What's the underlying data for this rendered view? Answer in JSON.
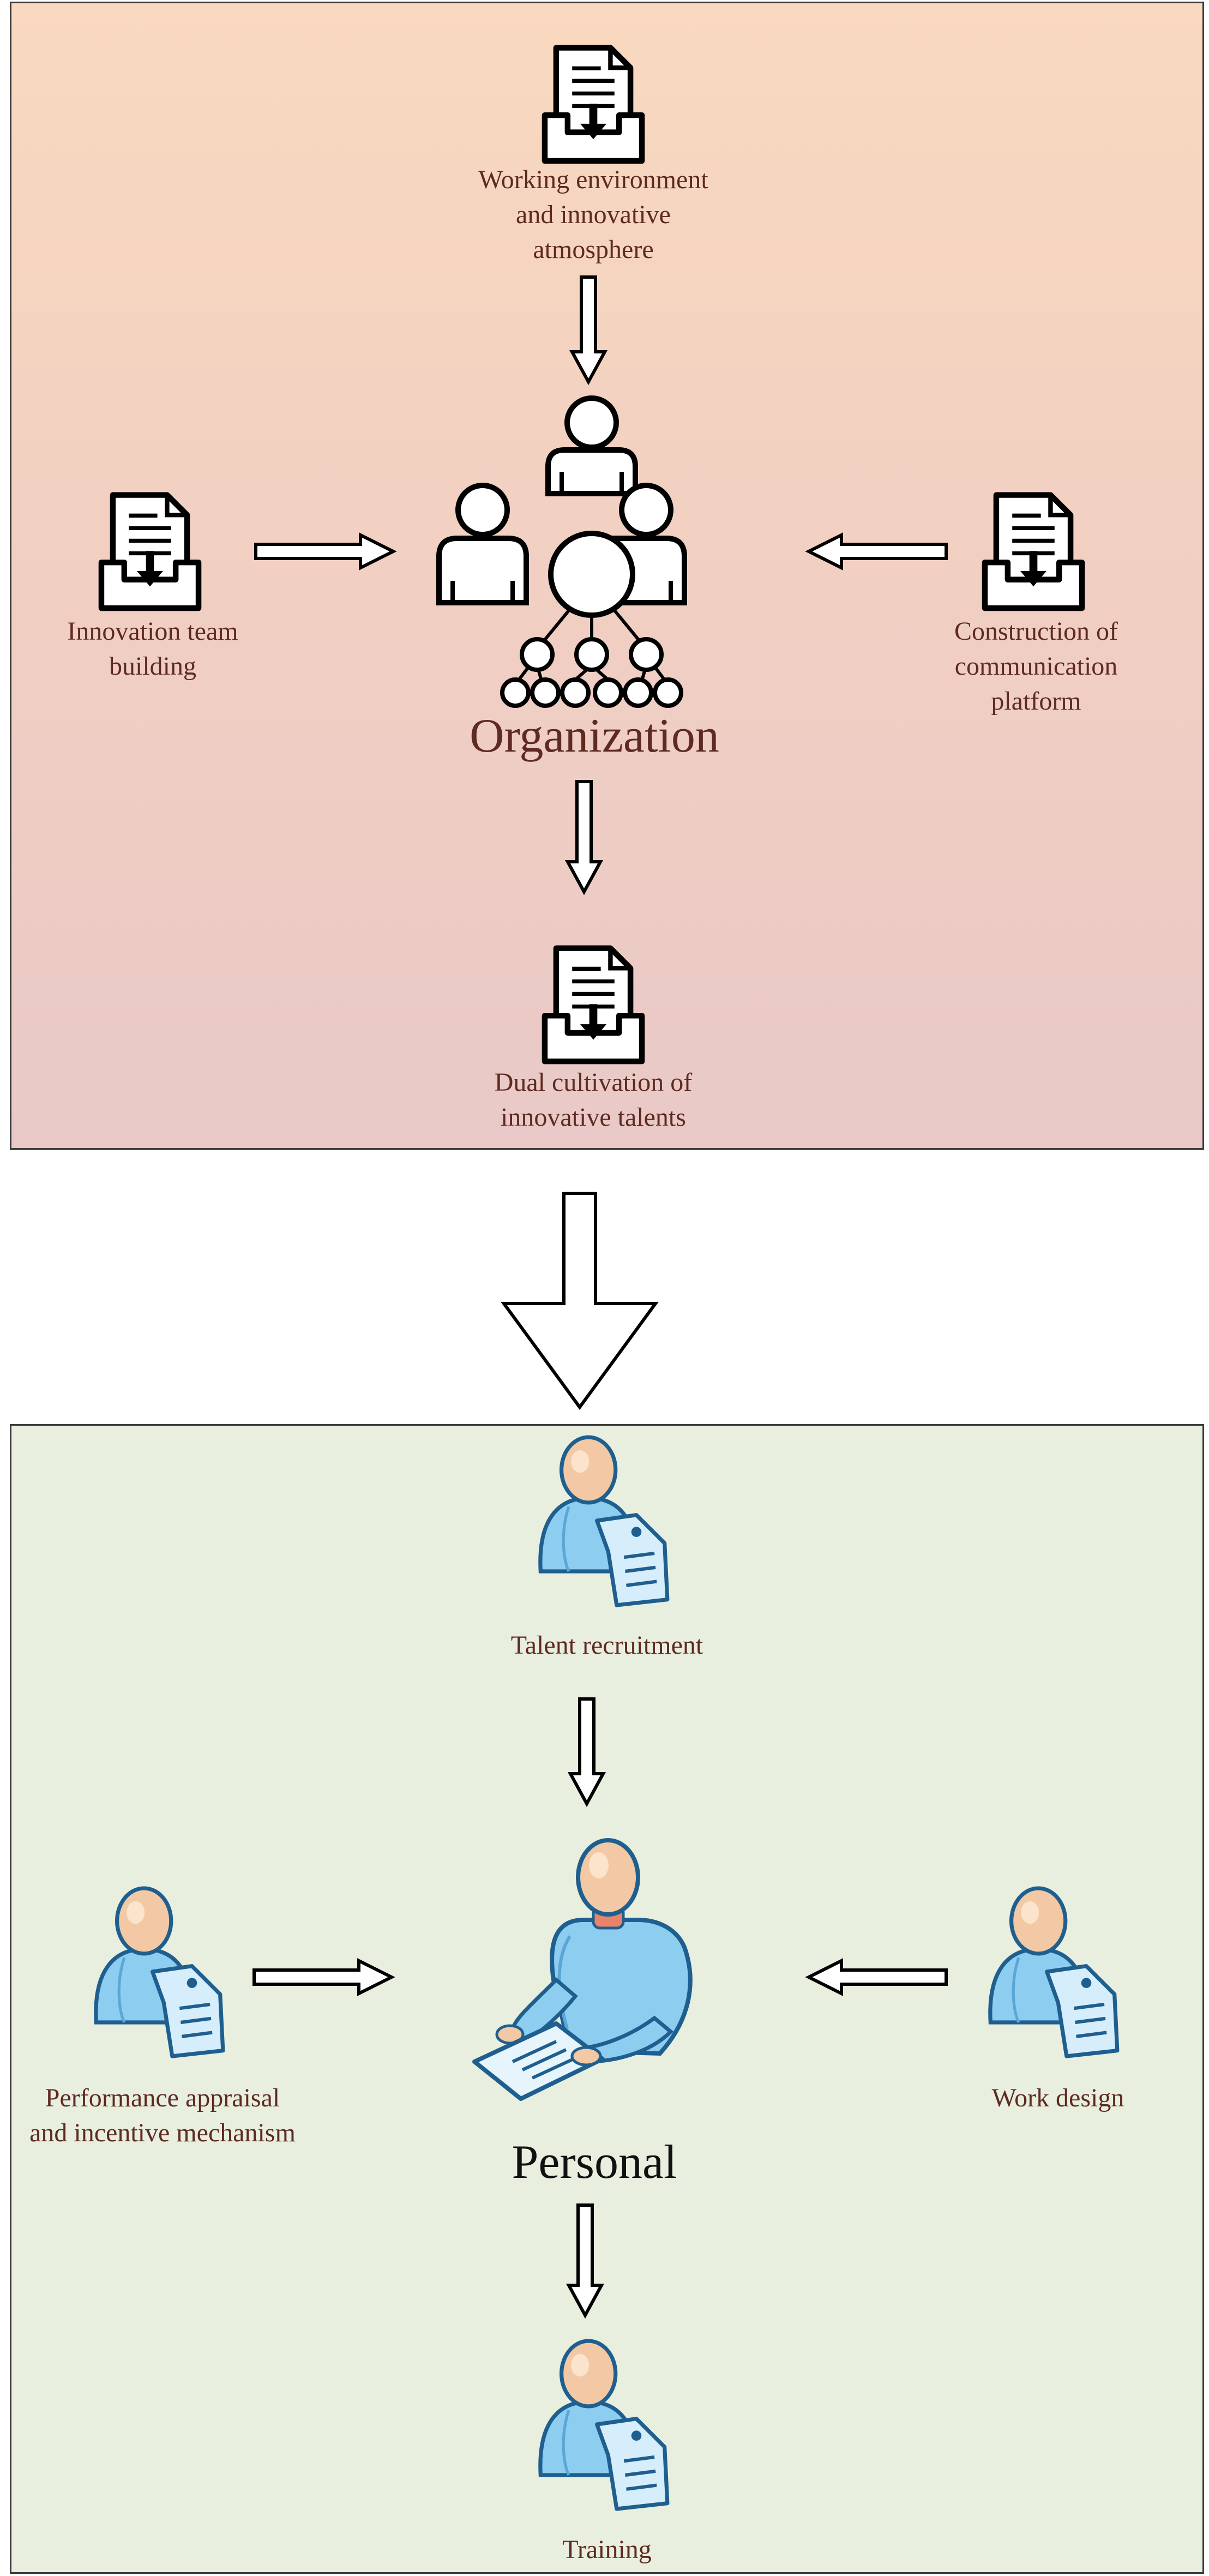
{
  "organization": {
    "title": "Organization",
    "inputs": {
      "top": "Working environment\nand innovative\natmosphere",
      "left": "Innovation team\nbuilding",
      "right": "Construction of\ncommunication\nplatform"
    },
    "output": "Dual cultivation of\ninnovative talents"
  },
  "personal": {
    "title": "Personal",
    "inputs": {
      "top": "Talent recruitment",
      "left": "Performance appraisal\nand incentive mechanism",
      "right": "Work design"
    },
    "output": "Training"
  },
  "colors": {
    "org_panel_top": "#f9d9bf",
    "org_panel_bottom": "#e9c9c7",
    "personal_panel": "#e9efdf",
    "label_text": "#5e2a22",
    "person_blue": "#7cc4ec",
    "person_outline": "#1f5f8f"
  },
  "icons": [
    "document-inbox-icon",
    "organization-chart-icon",
    "person-with-tag-icon",
    "person-with-document-icon"
  ]
}
